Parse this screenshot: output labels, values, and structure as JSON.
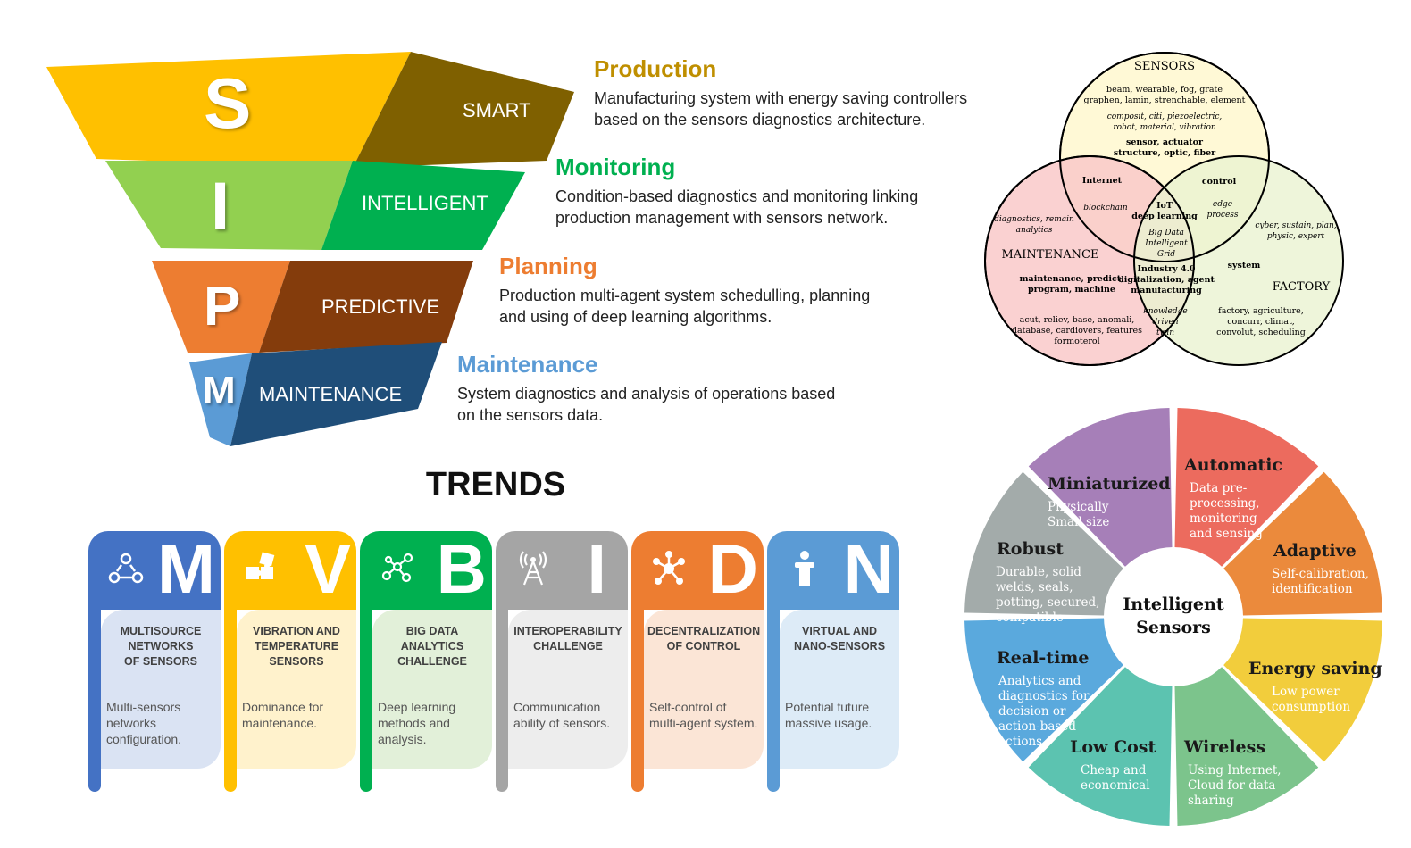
{
  "funnel": {
    "rows": [
      {
        "letter": "S",
        "label": "SMART",
        "light": "#FFC000",
        "dark": "#7F6000"
      },
      {
        "letter": "I",
        "label": "INTELLIGENT",
        "light": "#92D050",
        "dark": "#00B050"
      },
      {
        "letter": "P",
        "label": "PREDICTIVE",
        "light": "#ED7D31",
        "dark": "#843C0C"
      },
      {
        "letter": "M",
        "label": "MAINTENANCE",
        "light": "#5B9BD5",
        "dark": "#1F4E79"
      }
    ]
  },
  "descriptions": [
    {
      "heading": "Production",
      "color": "#BF8F00",
      "text": "Manufacturing system with energy saving controllers\nbased on the sensors diagnostics architecture."
    },
    {
      "heading": "Monitoring",
      "color": "#00B050",
      "text": "Condition-based diagnostics and monitoring linking\nproduction management with sensors network."
    },
    {
      "heading": "Planning",
      "color": "#ED7D31",
      "text": "Production multi-agent system schedulling, planning\nand using of deep learning algorithms."
    },
    {
      "heading": "Maintenance",
      "color": "#5B9BD5",
      "text": "System diagnostics and analysis of operations based\non the sensors data."
    }
  ],
  "trends": {
    "title": "TRENDS",
    "cards": [
      {
        "letter": "M",
        "icon": "network-people-icon",
        "color": "#4472C4",
        "panel": "#DAE3F3",
        "title": "MULTISOURCE\nNETWORKS\nOF SENSORS",
        "text": "Multi-sensors\nnetworks\nconfiguration."
      },
      {
        "letter": "V",
        "icon": "puzzle-icon",
        "color": "#FFC000",
        "panel": "#FFF2CC",
        "title": "VIBRATION AND\nTEMPERATURE\nSENSORS",
        "text": "Dominance for\nmaintenance."
      },
      {
        "letter": "B",
        "icon": "molecule-icon",
        "color": "#00B050",
        "panel": "#E2F0D9",
        "title": "BIG DATA\nANALYTICS\nCHALLENGE",
        "text": "Deep learning\nmethods and\nanalysis."
      },
      {
        "letter": "I",
        "icon": "antenna-tower-icon",
        "color": "#A5A5A5",
        "panel": "#EDEDED",
        "title": "INTEROPERABILITY\nCHALLENGE",
        "text": "Communication\nability of sensors."
      },
      {
        "letter": "D",
        "icon": "hub-icon",
        "color": "#ED7D31",
        "panel": "#FBE5D6",
        "title": "DECENTRALIZATION\nOF CONTROL",
        "text": "Self-control of\nmulti-agent system."
      },
      {
        "letter": "N",
        "icon": "person-podium-icon",
        "color": "#5B9BD5",
        "panel": "#DDEBF7",
        "title": "VIRTUAL AND\nNANO-SENSORS",
        "text": "Potential future\nmassive usage."
      }
    ]
  },
  "venn": {
    "sensors": {
      "title": "SENSORS",
      "line1": "beam, wearable, fog, grate",
      "line2": "graphen, lamin, strenchable, element",
      "italic1": "composit, citi, piezoelectric,",
      "italic2": "robot, material, vibration",
      "bold1": "sensor, actuator",
      "bold2": "structure, optic, fiber"
    },
    "maintenance": {
      "title": "MAINTENANCE",
      "italic1": "diagnostics, remain",
      "italic2": "analytics",
      "bold1": "maintenance, predict,",
      "bold2": "program, machine",
      "line1": "acut, reliev, base, anomali,",
      "line2": "database, cardiovers, features",
      "line3": "formoterol"
    },
    "factory": {
      "title": "FACTORY",
      "italic1": "cyber, sustain, plan,",
      "italic2": "physic, expert",
      "system": "system",
      "line1": "factory, agriculture,",
      "line2": "concurr, climat,",
      "line3": "convolut, scheduling"
    },
    "sm": {
      "bold": "Internet",
      "italic": "blockchain"
    },
    "sf": {
      "bold": "control",
      "italic1": "edge",
      "italic2": "process"
    },
    "center": {
      "bold1": "IoT",
      "bold2": "deep learning",
      "italic1": "Big Data",
      "italic2": "Intelligent",
      "italic3": "Grid"
    },
    "mf": {
      "bold1": "Industry 4.0",
      "bold2": "digitalization, agent",
      "bold3": "manufacturing",
      "italic1": "knowledge",
      "italic2": "driven",
      "italic3": "twin"
    }
  },
  "wheel": {
    "center1": "Intelligent",
    "center2": "Sensors",
    "segments": [
      {
        "title": "Automatic",
        "color": "#EC6B5E",
        "lines": [
          "Data pre-",
          "processing,",
          "monitoring",
          "and sensing"
        ]
      },
      {
        "title": "Adaptive",
        "color": "#EB8A3C",
        "lines": [
          "Self-calibration,",
          "identification"
        ]
      },
      {
        "title": "Energy saving",
        "color": "#F2CD3C",
        "lines": [
          "Low power",
          "consumption"
        ]
      },
      {
        "title": "Wireless",
        "color": "#7CC48C",
        "lines": [
          "Using Internet,",
          "Cloud for data",
          "sharing"
        ]
      },
      {
        "title": "Low Cost",
        "color": "#5CC3B0",
        "lines": [
          "Cheap and",
          "economical"
        ]
      },
      {
        "title": "Real-time",
        "color": "#5AA9DD",
        "lines": [
          "Analytics and",
          "diagnostics for",
          "decision or",
          "action-based",
          "actions"
        ]
      },
      {
        "title": "Robust",
        "color": "#A3ABAA",
        "lines": [
          "Durable, solid",
          "welds, seals,",
          "potting, secured,",
          "compatible"
        ]
      },
      {
        "title": "Miniaturized",
        "color": "#A67FB8",
        "lines": [
          "Physically",
          "Small size"
        ]
      }
    ]
  }
}
